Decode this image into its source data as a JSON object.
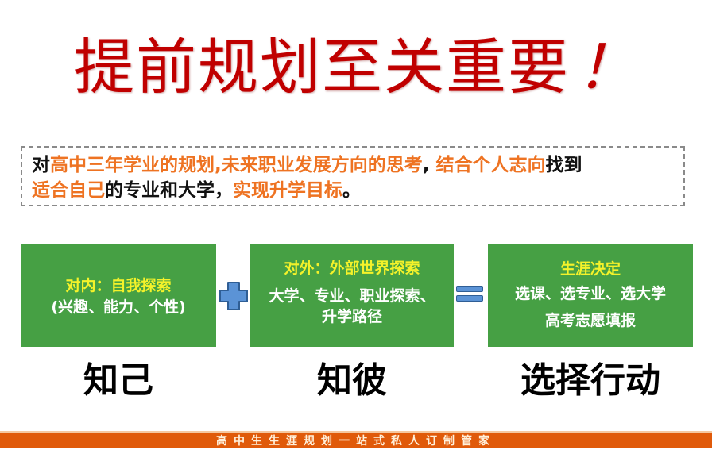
{
  "title": {
    "text": "提前规划至关重要",
    "exclamation": "！",
    "color": "#c00000"
  },
  "intro": {
    "segments": [
      {
        "text": "对",
        "highlight": false
      },
      {
        "text": "高中三年学业的规划,未来职业发展方向的思考",
        "highlight": true
      },
      {
        "text": ", ",
        "highlight": false
      },
      {
        "text": "结合个人志向",
        "highlight": true
      },
      {
        "text": "找到",
        "highlight": false
      },
      {
        "text": "适合自己",
        "highlight": true
      },
      {
        "text": "的专业和大学，",
        "highlight": false
      },
      {
        "text": "实现升学目标",
        "highlight": true
      },
      {
        "text": "。",
        "highlight": false
      }
    ],
    "highlight_color": "#ee7322"
  },
  "cards": [
    {
      "head": "对内：自我探索",
      "body": [
        "(兴趣、能力、个性)"
      ],
      "label": "知己"
    },
    {
      "head": "对外：外部世界探索",
      "body": [
        "大学、专业、职业探索、",
        "升学路径"
      ],
      "label": "知彼"
    },
    {
      "head": "生涯决定",
      "body": [
        "选课、选专业、选大学",
        "高考志愿填报"
      ],
      "label": "选择行动"
    }
  ],
  "operators": {
    "plus": "plus-icon",
    "equals": "equals-icon",
    "color": "#5b93d6"
  },
  "colors": {
    "card_bg": "#46a044",
    "card_head": "#f4f22a",
    "footer_bg": "#e05a0a"
  },
  "footer": {
    "text": "高中生生涯规划一站式私人订制管家"
  }
}
